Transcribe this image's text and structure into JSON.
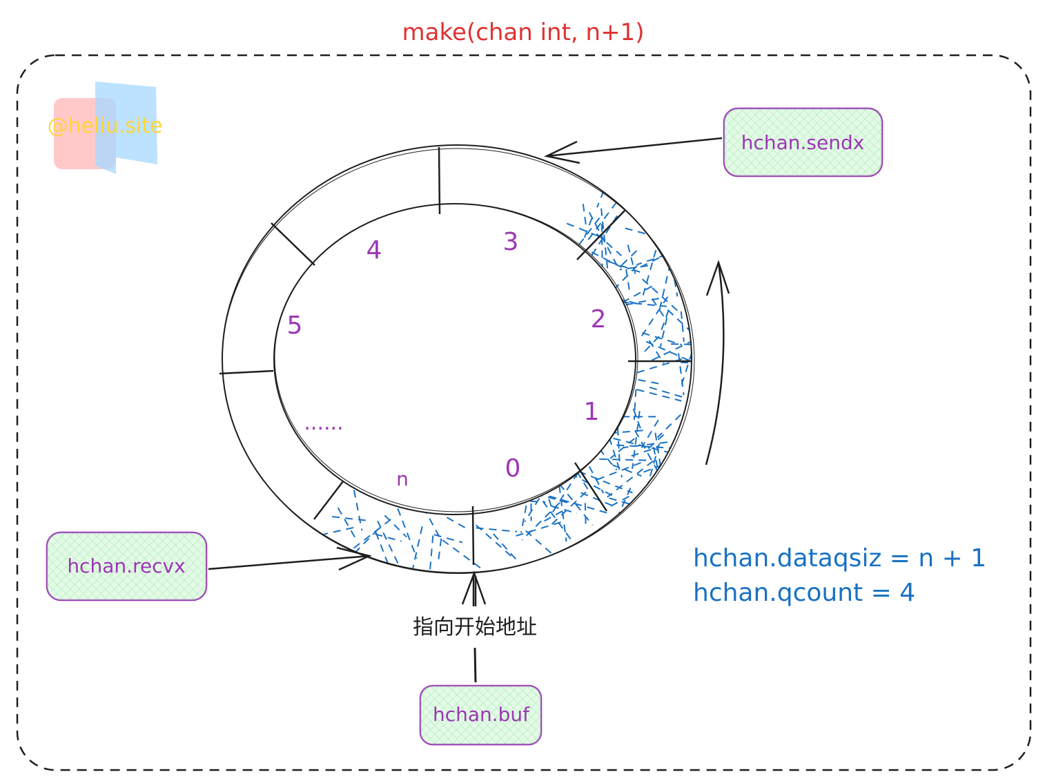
{
  "title": "make(chan int, n+1)",
  "watermark": "@heliu.site",
  "slots": {
    "labels": [
      "0",
      "1",
      "2",
      "3",
      "4",
      "5",
      "......",
      "n"
    ],
    "filled": [
      "n",
      "0",
      "1",
      "2"
    ]
  },
  "boxes": {
    "sendx": "hchan.sendx",
    "recvx": "hchan.recvx",
    "buf": "hchan.buf"
  },
  "buf_pointer_label": "指向开始地址",
  "stats": {
    "line1": "hchan.dataqsiz = n + 1",
    "line2": "hchan.qcount = 4"
  },
  "colors": {
    "title": "#e03131",
    "slot_label": "#9c36b5",
    "box_stroke": "#9c36b5",
    "box_fill": "#b2f2bb",
    "hatch": "#1971c2",
    "stats": "#1971c2",
    "stroke": "#1e1e1e",
    "watermark_text": "#ffd43b",
    "watermark_red": "#ffc9c9",
    "watermark_blue": "#a5d8ff"
  }
}
